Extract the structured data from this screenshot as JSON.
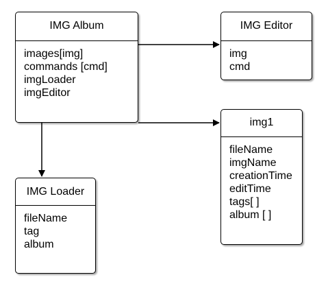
{
  "classes": {
    "album": {
      "title": "IMG Album",
      "fields": [
        "images[img]",
        "commands [cmd]",
        "imgLoader",
        "imgEditor"
      ]
    },
    "editor": {
      "title": "IMG Editor",
      "fields": [
        "img",
        "cmd"
      ]
    },
    "img1": {
      "title": "img1",
      "fields": [
        "fileName",
        "imgName",
        "creationTime",
        "editTime",
        "tags[ ]",
        "album [ ]"
      ]
    },
    "loader": {
      "title": "IMG Loader",
      "fields": [
        "fileName",
        "tag",
        "album"
      ]
    }
  },
  "colors": {
    "line": "#000000",
    "background": "#ffffff"
  }
}
